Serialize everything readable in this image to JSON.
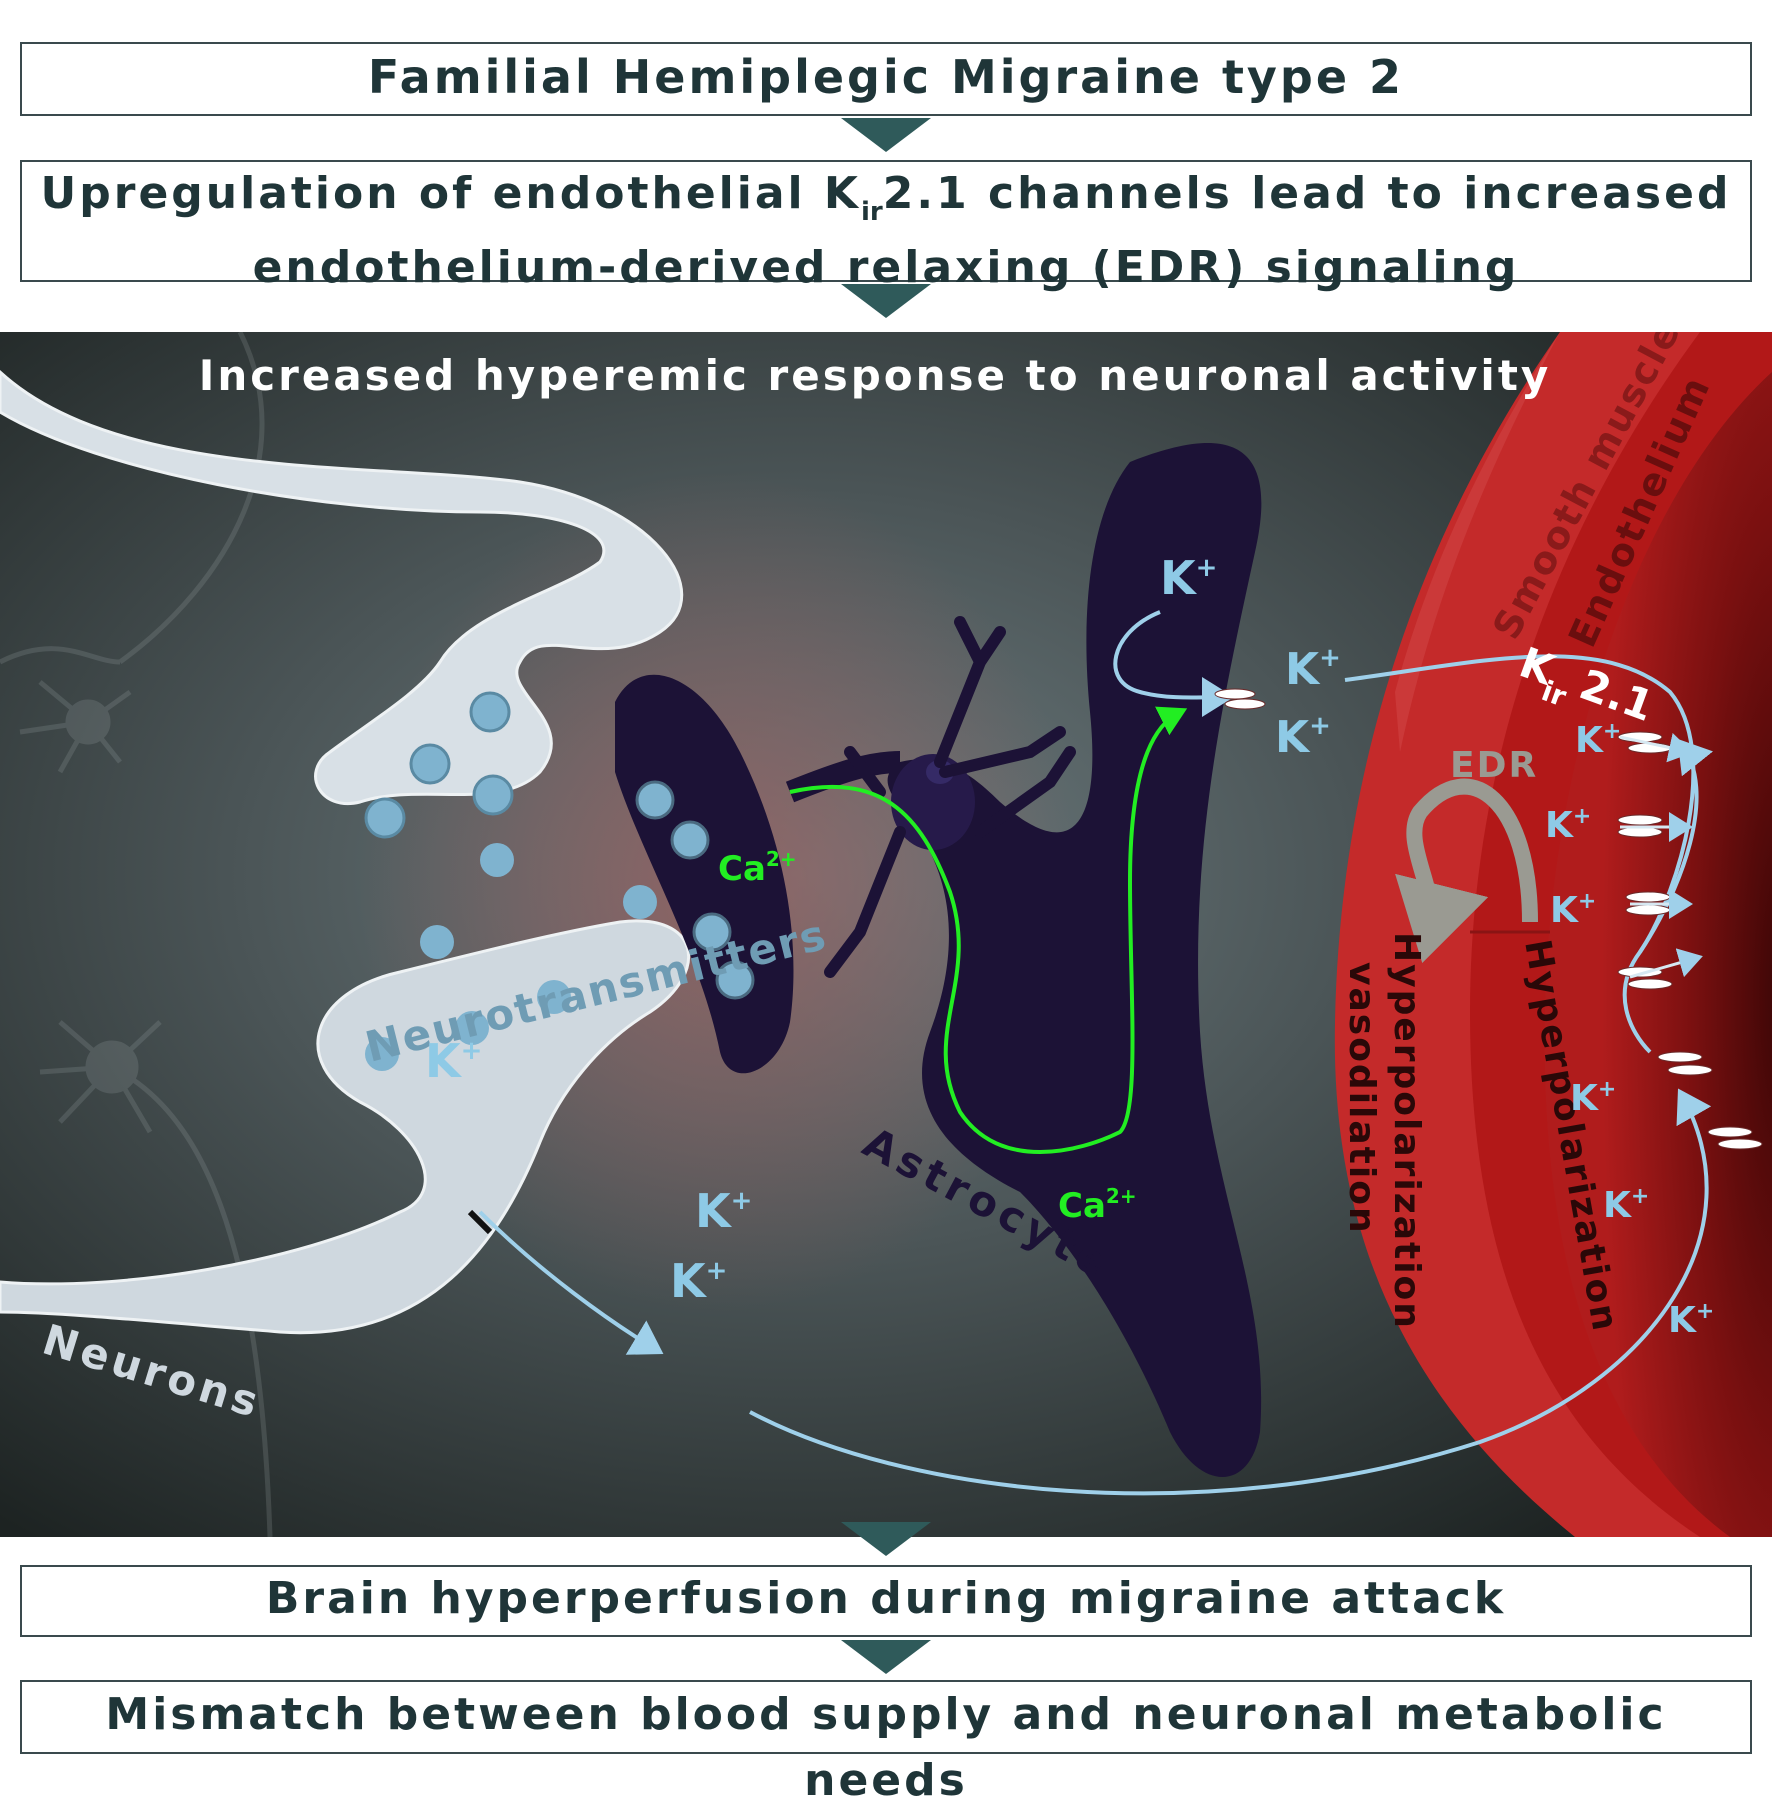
{
  "boxes": {
    "top": "Familial Hemiplegic Migraine type 2",
    "second_a": "Upregulation of endothelial K",
    "second_sub": "ir",
    "second_b": "2.1 channels lead to increased",
    "second_line2": "endothelium-derived relaxing (EDR) signaling",
    "third": "Brain hyperperfusion during migraine attack",
    "fourth": "Mismatch between blood supply and neuronal metabolic needs"
  },
  "scene": {
    "heading": "Increased hyperemic response to neuronal activity",
    "labels": {
      "neurotransmitters": "Neurotransmitters",
      "neurons": "Neurons",
      "astrocyte": "Astrocyte",
      "smooth_muscles": "Smooth muscles",
      "endothelium": "Endothelium",
      "edr": "EDR",
      "hyperpolarization_vasodilation_1": "Hyperpolarization",
      "hyperpolarization_vasodilation_2": "vasodilation",
      "hyperpolarization": "Hyperpolarization",
      "kir_k": "K",
      "kir_sub": "ir",
      "kir_num": "2.1",
      "potassium": "K",
      "potassium_sup": "+",
      "calcium": "Ca",
      "calcium_sup": "2+"
    }
  },
  "colors": {
    "box_border": "#3a4a4d",
    "text_dark": "#1f3538",
    "arrow": "#2f5a5a",
    "potassium": "#8ecae6",
    "calcium_path": "#22dd22",
    "astrocyte": "#1c1236",
    "neuron": "#cfd8df",
    "vessel_red": "#c8282a"
  }
}
